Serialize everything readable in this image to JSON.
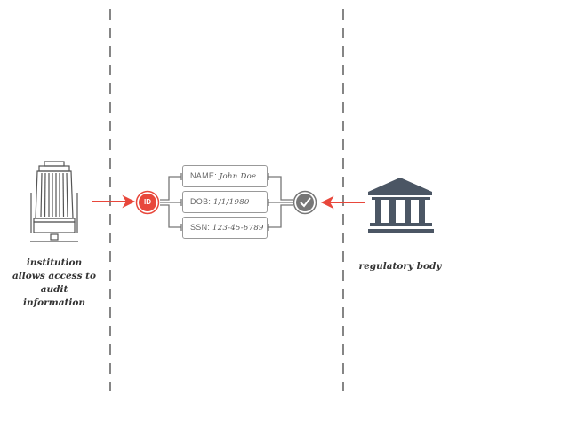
{
  "fields": [
    {
      "key": "NAME:",
      "value": "John Doe"
    },
    {
      "key": "DOB:",
      "value": "1/1/1980"
    },
    {
      "key": "SSN:",
      "value": "123-45-6789"
    }
  ],
  "id_badge": "ID",
  "institution_label": "institution allows access to audit information",
  "institution_lines": [
    "institution",
    "allows access to",
    "audit",
    "information"
  ],
  "regulator_label": "regulatory body",
  "colors": {
    "accent": "#e8473b",
    "icon": "#4b5664",
    "line": "#555555"
  }
}
